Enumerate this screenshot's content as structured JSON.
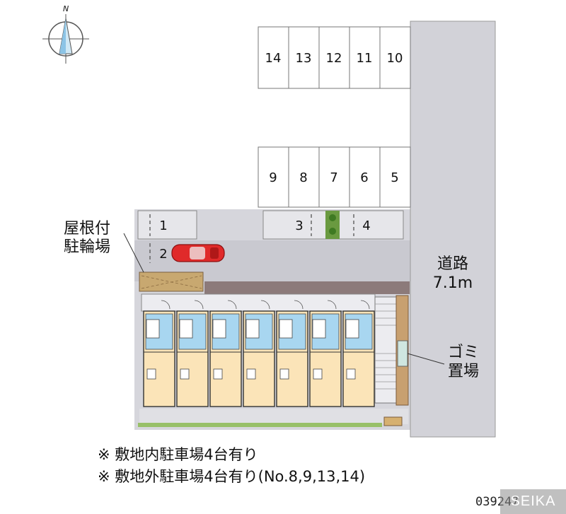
{
  "compass": {
    "north_label": "N"
  },
  "parking": {
    "top_row": [
      "14",
      "13",
      "12",
      "11",
      "10"
    ],
    "middle_row": [
      "9",
      "8",
      "7",
      "6",
      "5"
    ],
    "onsite": [
      "1",
      "2",
      "3",
      "4"
    ]
  },
  "labels": {
    "bike_shelter_line1": "屋根付",
    "bike_shelter_line2": "駐輪場",
    "road_line1": "道路",
    "road_line2": "7.1m",
    "garbage_line1": "ゴミ",
    "garbage_line2": "置場"
  },
  "notes": [
    "※ 敷地内駐車場4台有り",
    "※ 敷地外駐車場4台有り(No.8,9,13,14)"
  ],
  "property_code": "039247",
  "watermark": "SEIKA",
  "colors": {
    "lot": "#d6d6dc",
    "road": "#d2d2d8",
    "building_unit": "#fbe4b8",
    "unit_blue": "#a8d6f0",
    "wall": "#8c7a7a",
    "car": "#e02a2a",
    "hedge": "#98c068"
  }
}
